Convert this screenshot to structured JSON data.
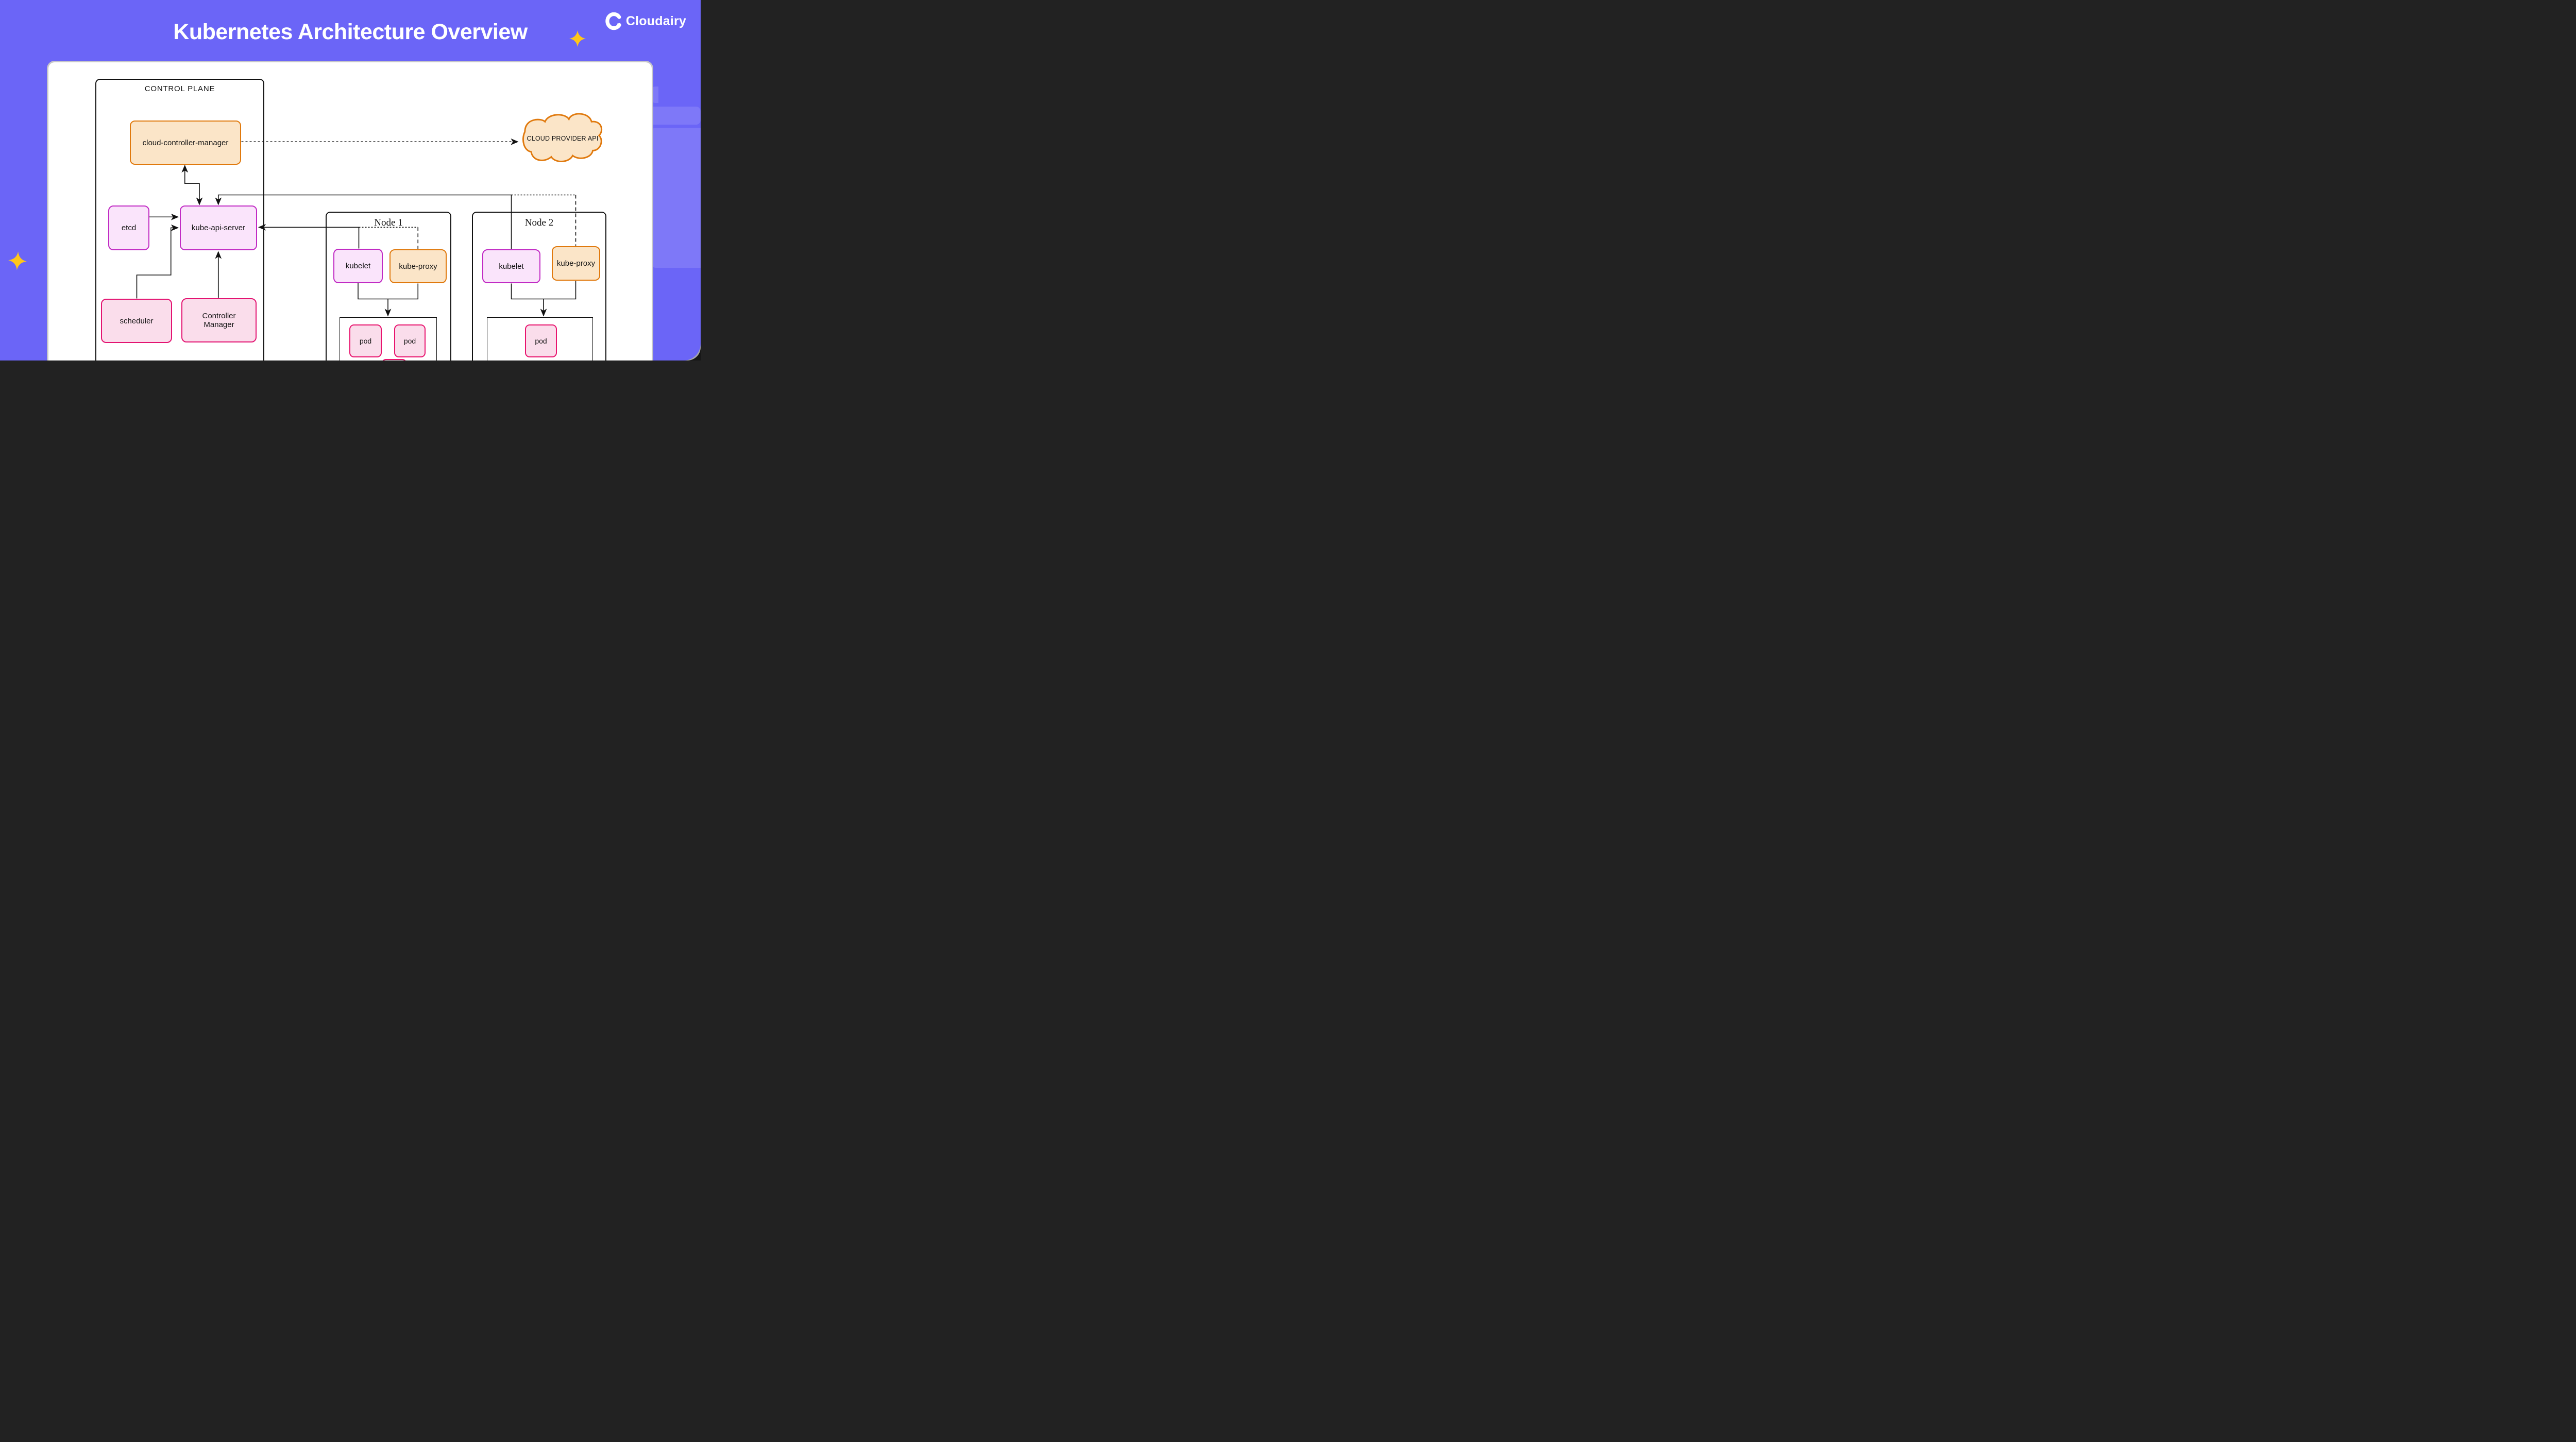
{
  "page_title": "Kubernetes Architecture Overview",
  "brand": {
    "name": "Cloudairy"
  },
  "diagram": {
    "control_plane": {
      "title": "CONTROL PLANE",
      "cloud_controller_manager": "cloud-controller-manager",
      "etcd": "etcd",
      "kube_api_server": "kube-api-server",
      "scheduler": "scheduler",
      "controller_manager": "Controller Manager"
    },
    "cloud_provider": {
      "label": "CLOUD PROVIDER API"
    },
    "node1": {
      "title": "Node 1",
      "kubelet": "kubelet",
      "kube_proxy": "kube-proxy",
      "pods": [
        "pod",
        "pod"
      ]
    },
    "node2": {
      "title": "Node 2",
      "kubelet": "kubelet",
      "kube_proxy": "kube-proxy",
      "pods": [
        "pod"
      ]
    },
    "colors": {
      "background_purple": "#6B65F7",
      "canvas_white": "#FFFFFF",
      "line_black": "#111111",
      "orange_border": "#E0790D",
      "orange_fill": "#FBE5C8",
      "magenta_border": "#C12BC4",
      "magenta_fill": "#FAE4FB",
      "pink_border": "#E31371",
      "pink_fill": "#FADDEB",
      "star_yellow": "#FFC61A"
    }
  }
}
